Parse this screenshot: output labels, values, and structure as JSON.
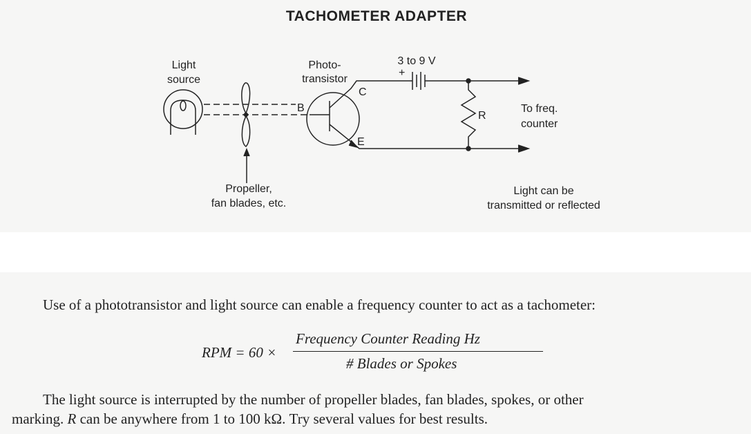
{
  "title": "TACHOMETER ADAPTER",
  "diagram": {
    "light_source": [
      "Light",
      "source"
    ],
    "phototransistor": [
      "Photo-",
      "transistor"
    ],
    "voltage": "3 to 9 V",
    "battery_plus": "+",
    "pin_c": "C",
    "pin_b": "B",
    "pin_e": "E",
    "resistor": "R",
    "output": [
      "To freq.",
      "counter"
    ],
    "propeller": [
      "Propeller,",
      "fan blades, etc."
    ],
    "note": [
      "Light can be",
      "transmitted or reflected"
    ]
  },
  "text": {
    "intro": "Use of a phototransistor and light source can enable a frequency counter to act as a tachometer:",
    "formula_lhs": "RPM = 60 ×",
    "formula_num": "Frequency Counter Reading Hz",
    "formula_den": "# Blades or Spokes",
    "para_line1": "The light source is interrupted by the number of propeller blades, fan blades, spokes, or other",
    "para_line2_a": "marking.",
    "para_line2_r": "R",
    "para_line2_b": "can be anywhere from 1 to 100 kΩ. Try several values for best results."
  }
}
